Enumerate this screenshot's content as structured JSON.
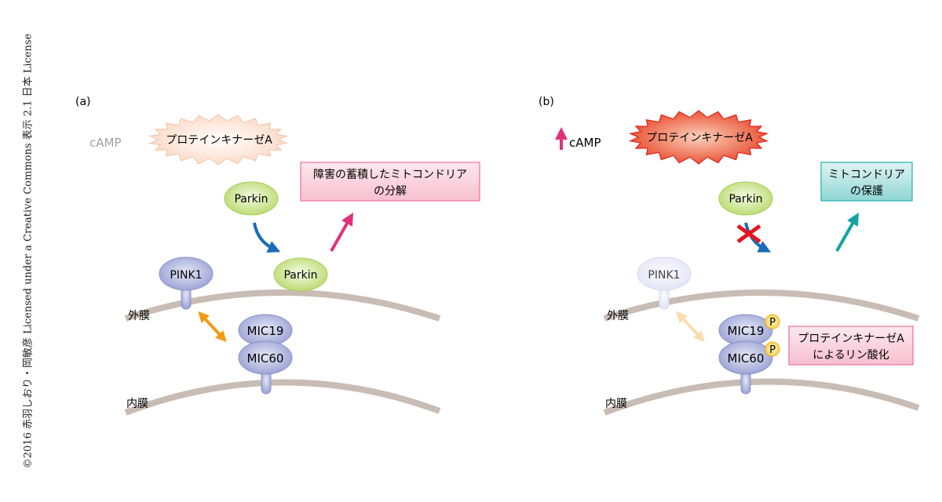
{
  "credit": "©2016 赤羽しおり・岡敏彦 Licensed under a Creative Commons 表示 2.1 日本 License",
  "membrane": {
    "outer": "外膜",
    "inner": "内膜"
  },
  "panel_a": {
    "label": "(a)",
    "camp": "cAMP",
    "pka": "プロテインキナーゼA",
    "parkin_top": "Parkin",
    "parkin_bottom": "Parkin",
    "pink1": "PINK1",
    "mic19": "MIC19",
    "mic60": "MIC60",
    "result_line1": "障害の蓄積したミトコンドリア",
    "result_line2": "の分解"
  },
  "panel_b": {
    "label": "(b)",
    "camp": "cAMP",
    "pka": "プロテインキナーゼA",
    "parkin": "Parkin",
    "pink1": "PINK1",
    "mic19": "MIC19",
    "mic60": "MIC60",
    "phospho": "P",
    "result_line1": "ミトコンドリア",
    "result_line2": "の保護",
    "note_line1": "プロテインキナーゼA",
    "note_line2": "によるリン酸化"
  },
  "colors": {
    "membrane": "#c8bcb4",
    "protein": "#9fa6d6",
    "parkin": "#c5e07f",
    "blue_arrow": "#1a6cb7",
    "pink_arrow": "#e0317a",
    "teal_arrow": "#14a3a3",
    "orange_arrow": "#f29b11",
    "inhibit_x": "#e8141e"
  }
}
